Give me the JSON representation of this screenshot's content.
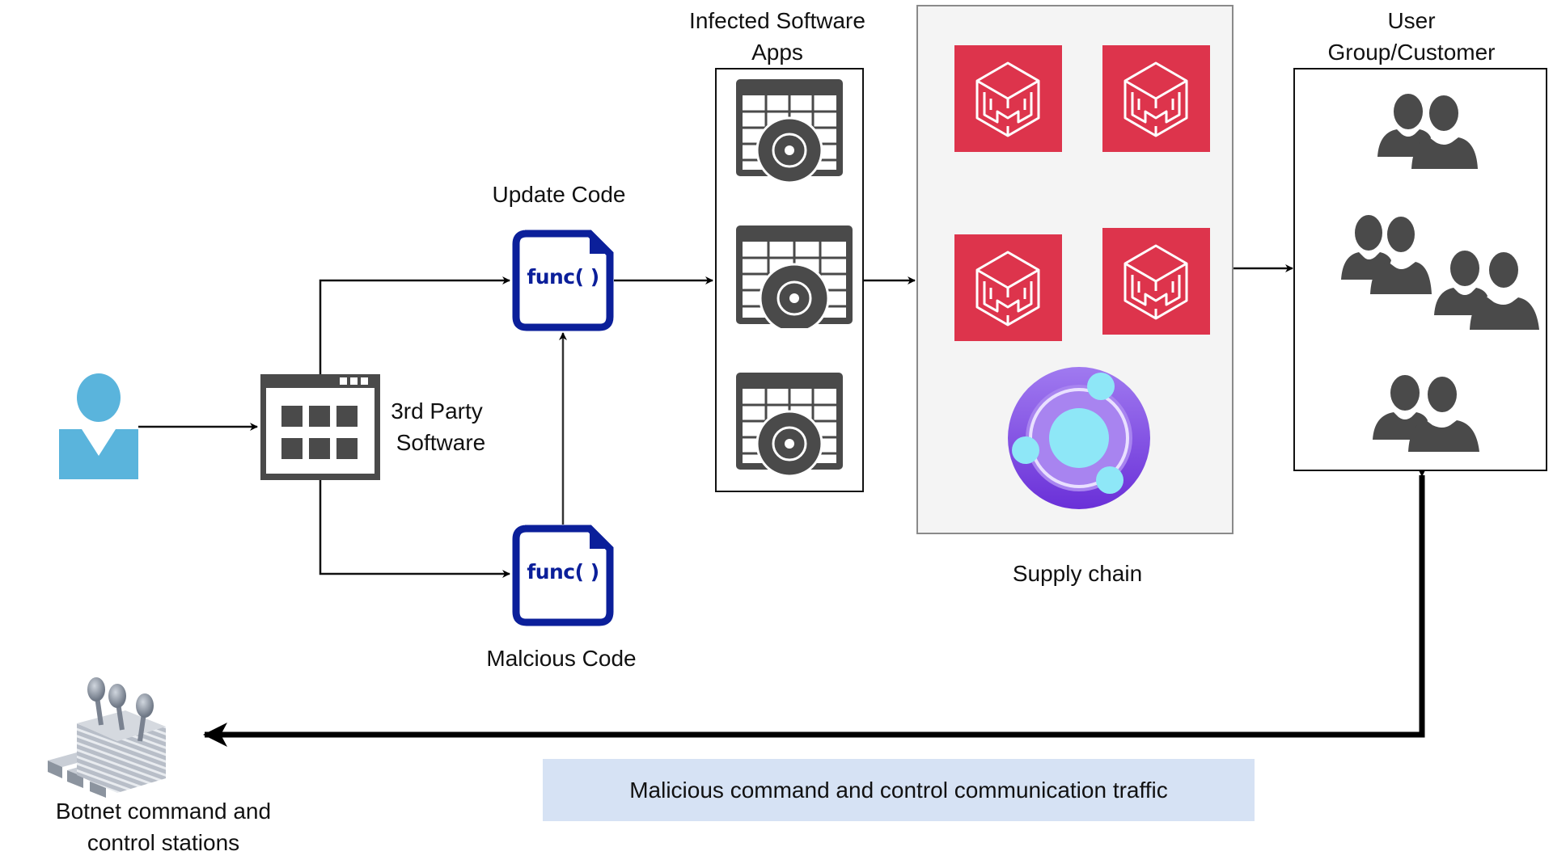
{
  "diagram": {
    "title": "Software supply chain botnet attack flow",
    "nodes": {
      "attacker": {
        "icon": "user-icon",
        "color": "#5ab4dc"
      },
      "third_party": {
        "label_line1": "3rd Party",
        "label_line2": "Software",
        "icon": "app-window-icon"
      },
      "update_code": {
        "label": "Update Code",
        "file_text": "func( )",
        "icon": "code-file-icon",
        "color": "#0b1f9a"
      },
      "malicious_code": {
        "label": "Malcious Code",
        "file_text": "func( )",
        "icon": "code-file-icon",
        "color": "#0b1f9a"
      },
      "infected_apps": {
        "label_line1": "Infected Software",
        "label_line2": "Apps",
        "icon": "software-disc-icon",
        "count": 3
      },
      "supply_chain": {
        "label": "Supply chain",
        "icons": [
          "package-icon",
          "package-icon",
          "package-icon",
          "package-icon",
          "orbit-icon"
        ],
        "red": "#dd344c",
        "purple": "#7b4ee0",
        "background": "#f4f4f4"
      },
      "users": {
        "label_line1": "User",
        "label_line2": "Group/Customer",
        "icon": "user-group-icon",
        "count": 4
      },
      "botnet": {
        "label_line1": "Botnet command and",
        "label_line2": "control stations",
        "icon": "botnet-station-icon"
      }
    },
    "edges": [
      {
        "from": "attacker",
        "to": "third_party"
      },
      {
        "from": "third_party",
        "to": "update_code"
      },
      {
        "from": "third_party",
        "to": "malicious_code"
      },
      {
        "from": "malicious_code",
        "to": "update_code"
      },
      {
        "from": "update_code",
        "to": "infected_apps"
      },
      {
        "from": "infected_apps",
        "to": "supply_chain"
      },
      {
        "from": "supply_chain",
        "to": "users"
      },
      {
        "from": "users",
        "to": "botnet",
        "bidirectional": true,
        "style": "thick"
      }
    ],
    "cc_label": "Malicious command and control communication traffic",
    "cc_label_bg": "#d6e2f4"
  }
}
